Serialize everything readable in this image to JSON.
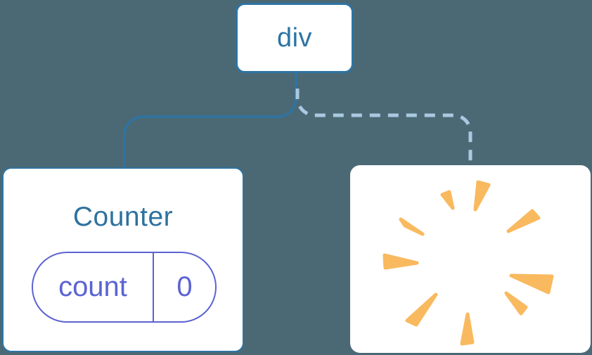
{
  "diagram": {
    "type": "component-tree",
    "background_color": "#4b6974",
    "root": {
      "label": "div"
    },
    "edges": {
      "solid": {
        "from": "div",
        "to": "Counter",
        "color": "#2e74a3",
        "style": "solid"
      },
      "dashed": {
        "from": "div",
        "to": "removed-node",
        "color": "#a9c9e2",
        "style": "dashed"
      }
    },
    "counter": {
      "title": "Counter",
      "title_color": "#2d729f",
      "state": {
        "key": "count",
        "value": "0",
        "accent_color": "#5c63d2"
      }
    },
    "removed": {
      "icon": "poof-starburst",
      "color": "#f9b95e"
    },
    "node_background": "#ffffff",
    "node_border_color": "#2e74a3"
  }
}
